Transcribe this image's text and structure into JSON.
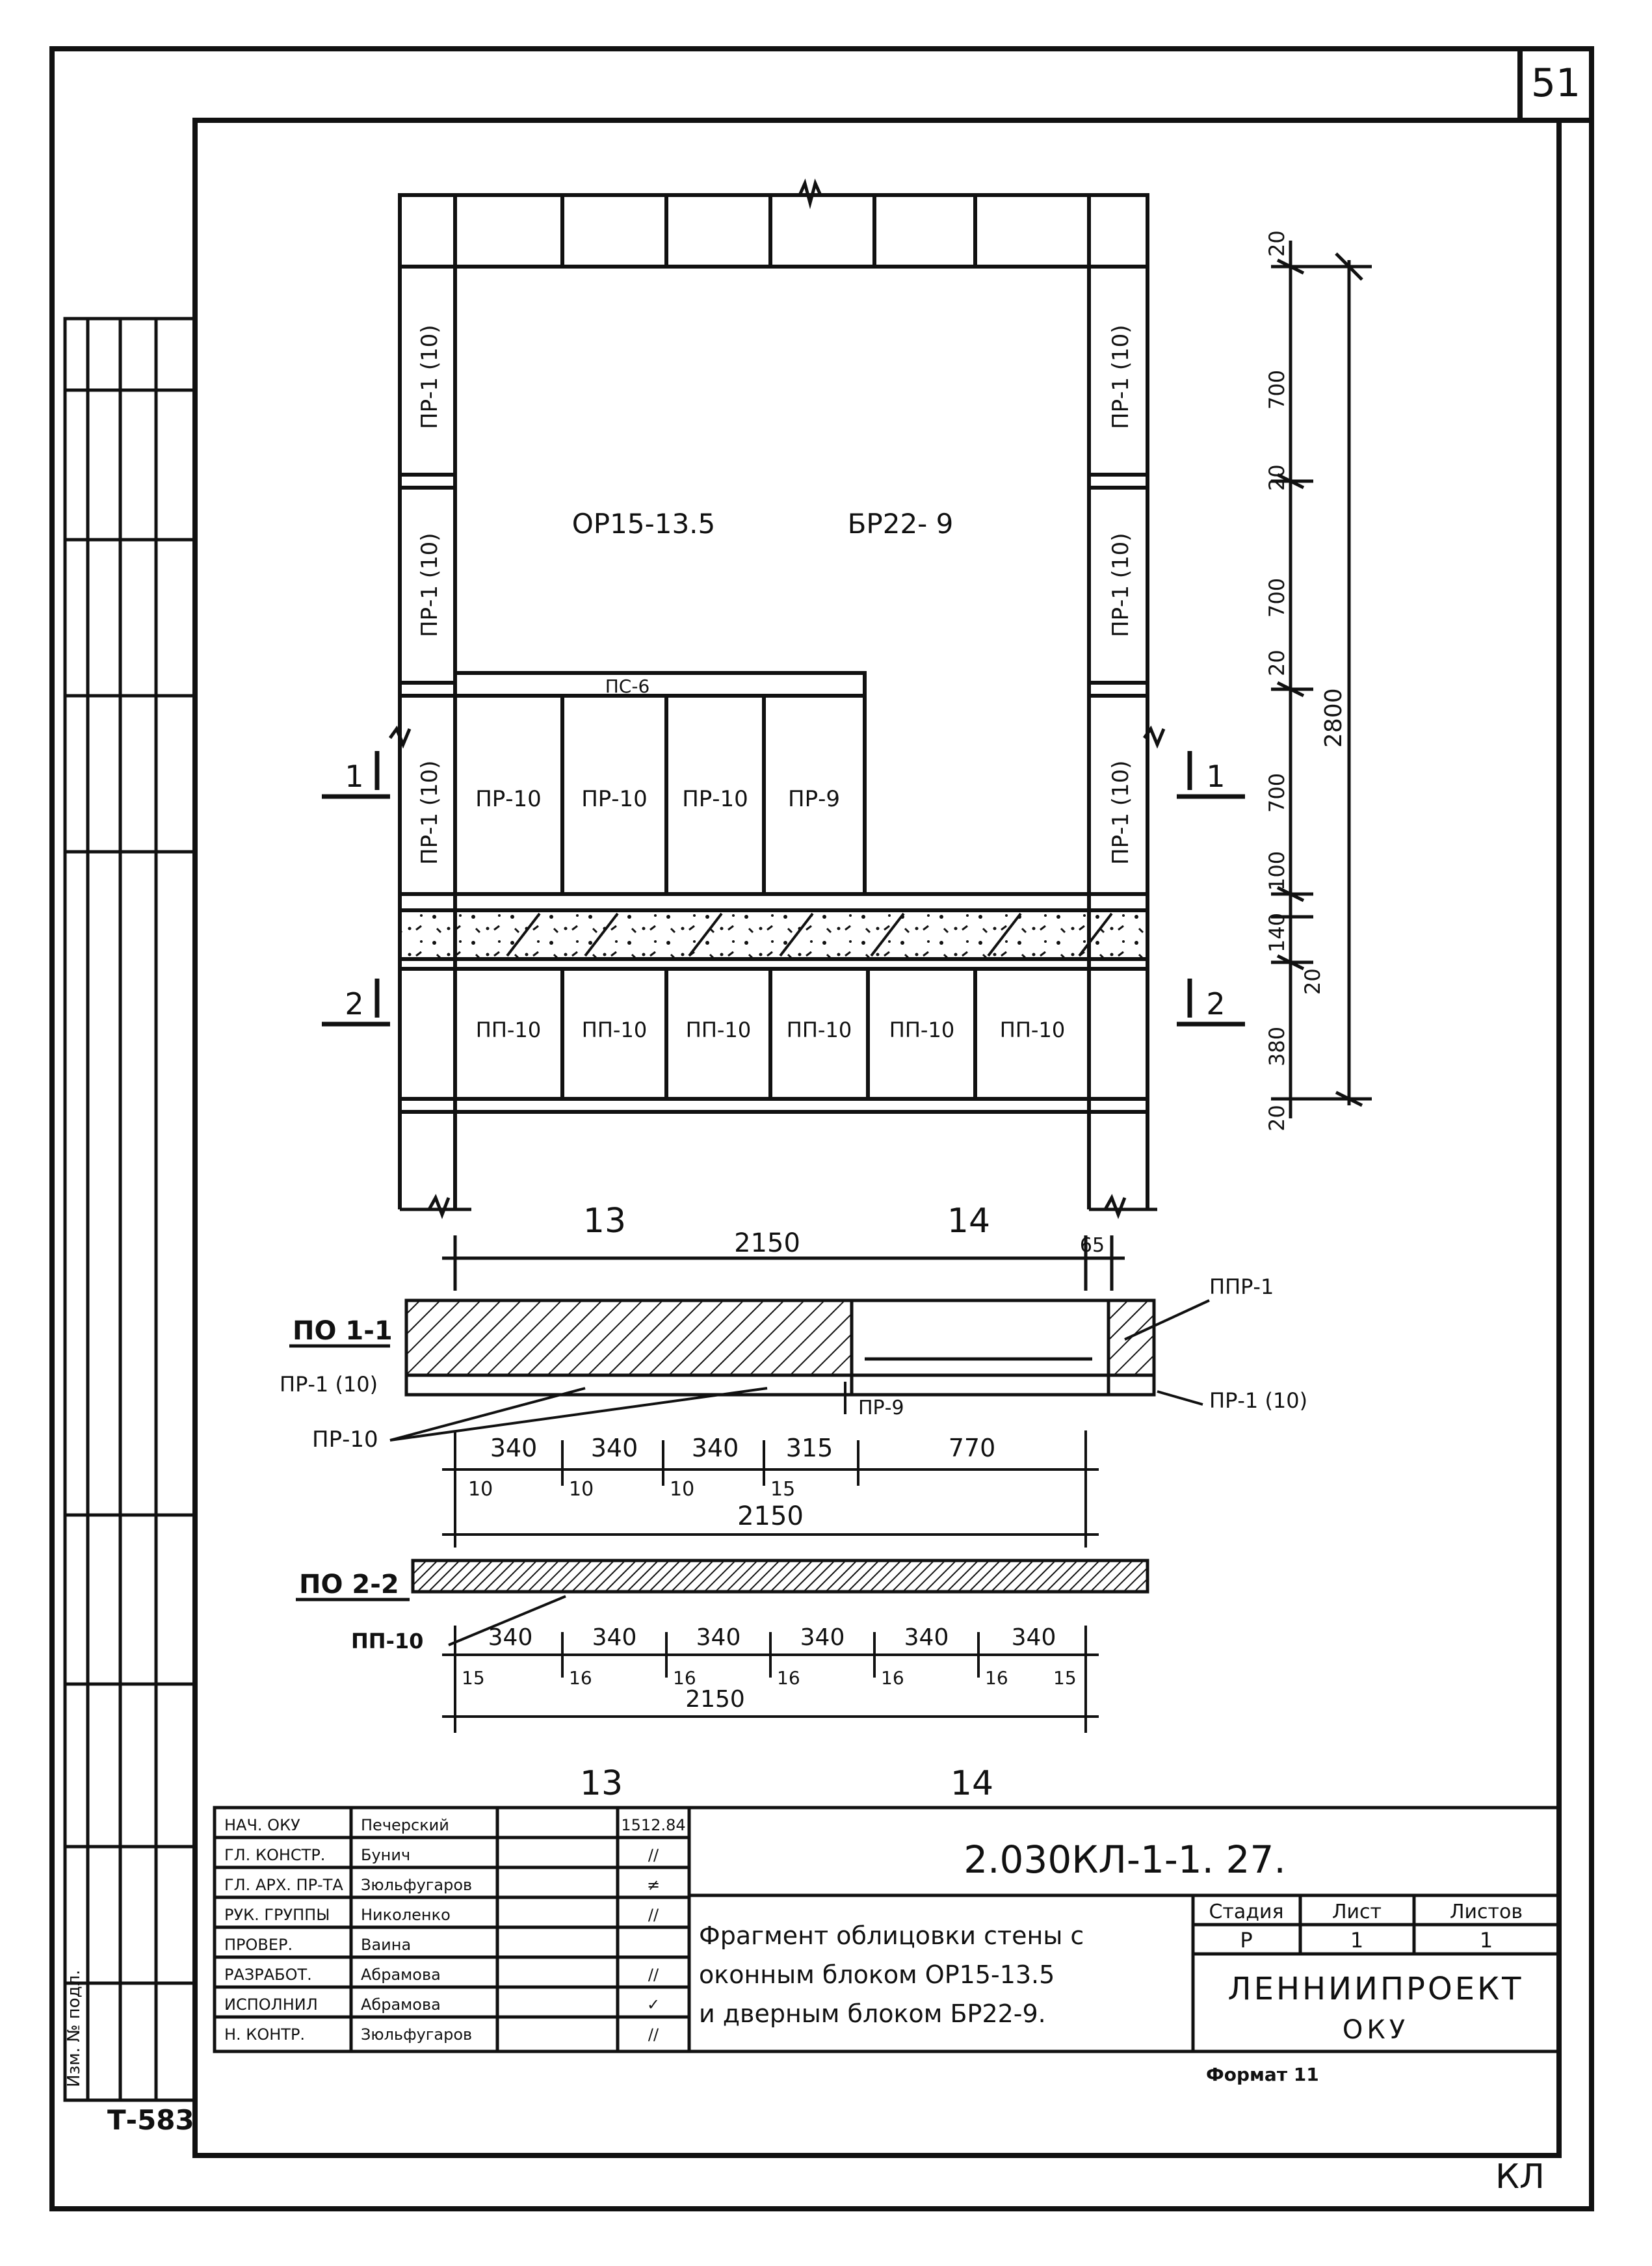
{
  "sheet_number": "51",
  "plan": {
    "window_block": "ОР15-13.5",
    "door_block": "БР22- 9",
    "lintel": "ПС-6",
    "side_panels": [
      "ПР-1 (10)",
      "ПР-1 (10)",
      "ПР-1 (10)",
      "ПР-1 (10)",
      "ПР-1 (10)",
      "ПР-1 (10)"
    ],
    "row_panels": [
      "ПР-10",
      "ПР-10",
      "ПР-10",
      "ПР-9"
    ],
    "bottom_panels": [
      "ПП-10",
      "ПП-10",
      "ПП-10",
      "ПП-10",
      "ПП-10",
      "ПП-10"
    ],
    "section_1": "1",
    "section_2": "2",
    "axis_13": "13",
    "axis_14": "14",
    "height_dims": [
      "20",
      "700",
      "20",
      "700",
      "20",
      "700",
      "100",
      "140",
      "20",
      "380",
      "20"
    ],
    "total_height": "2800"
  },
  "section_11": {
    "label": "ПО 1-1",
    "dim_top": "2150",
    "dim_top_small": "65",
    "tag_ppr": "ППР-1",
    "tag_pr1_left": "ПР-1 (10)",
    "tag_pr1_right": "ПР-1 (10)",
    "tag_pr10": "ПР-10",
    "tag_pr9": "ПР-9",
    "dims": [
      "340",
      "340",
      "340",
      "315",
      "770"
    ],
    "gaps": [
      "10",
      "10",
      "10",
      "15"
    ],
    "dim_total": "2150"
  },
  "section_22": {
    "label": "ПО 2-2",
    "tag": "ПП-10",
    "dims": [
      "340",
      "340",
      "340",
      "340",
      "340",
      "340"
    ],
    "gaps": [
      "15",
      "16",
      "16",
      "16",
      "16",
      "16",
      "15"
    ],
    "dim_total": "2150",
    "axis_13": "13",
    "axis_14": "14"
  },
  "title_block": {
    "doc_code": "2.030КЛ-1-1. 27.",
    "description": [
      "Фрагмент облицовки стены с",
      "оконным блоком  ОР15-13.5",
      "и дверным блоком  БР22-9."
    ],
    "org": "ЛЕННИИПРОЕКТ",
    "dept": "ОКУ",
    "stage_headers": [
      "Стадия",
      "Лист",
      "Листов"
    ],
    "stage_values": [
      "Р",
      "1",
      "1"
    ],
    "date": "1512.84",
    "format": "Формат 11",
    "roles": [
      "НАЧ. ОКУ",
      "ГЛ. КОНСТР.",
      "ГЛ. АРХ. ПР-ТА",
      "РУК. ГРУППЫ",
      "ПРОВЕР.",
      "РАЗРАБОТ.",
      "ИСПОЛНИЛ",
      "Н. КОНТР."
    ],
    "names": [
      "Печерский",
      "Бунич",
      "Зюльфугаров",
      "Николенко",
      "Ваина",
      "Абрамова",
      "Абрамова",
      "Зюльфугаров"
    ],
    "marks": [
      "",
      "//",
      "≠",
      "//",
      "",
      "//",
      "✓",
      "//"
    ]
  },
  "stamp_bottom_left": "Т-583",
  "stamp_bottom_right": "КЛ",
  "side_stamp": "Изм. № подл."
}
